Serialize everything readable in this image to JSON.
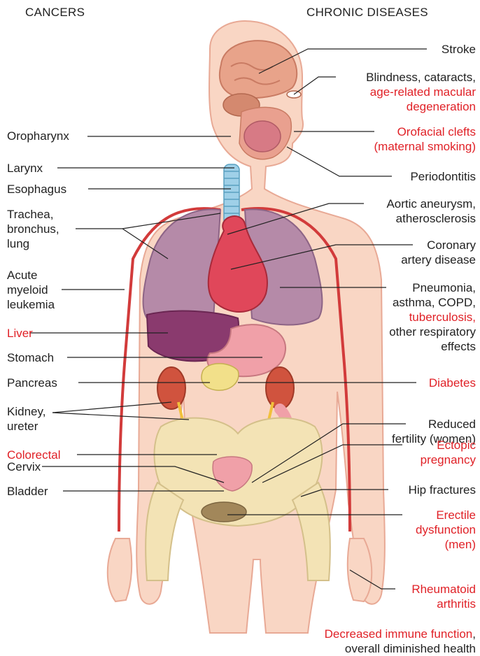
{
  "headers": {
    "left": "CANCERS",
    "right": "CHRONIC DISEASES"
  },
  "cancers": [
    {
      "id": "oropharynx",
      "lines": [
        {
          "text": "Oropharynx",
          "red": false
        }
      ]
    },
    {
      "id": "larynx",
      "lines": [
        {
          "text": "Larynx",
          "red": false
        }
      ]
    },
    {
      "id": "esophagus",
      "lines": [
        {
          "text": "Esophagus",
          "red": false
        }
      ]
    },
    {
      "id": "lung",
      "lines": [
        {
          "text": "Trachea,",
          "red": false
        },
        {
          "text": "bronchus,",
          "red": false
        },
        {
          "text": "lung",
          "red": false
        }
      ]
    },
    {
      "id": "leukemia",
      "lines": [
        {
          "text": "Acute",
          "red": false
        },
        {
          "text": "myeloid",
          "red": false
        },
        {
          "text": "leukemia",
          "red": false
        }
      ]
    },
    {
      "id": "liver",
      "lines": [
        {
          "text": "Liver",
          "red": true
        }
      ]
    },
    {
      "id": "stomach",
      "lines": [
        {
          "text": "Stomach",
          "red": false
        }
      ]
    },
    {
      "id": "pancreas",
      "lines": [
        {
          "text": "Pancreas",
          "red": false
        }
      ]
    },
    {
      "id": "kidney",
      "lines": [
        {
          "text": "Kidney,",
          "red": false
        },
        {
          "text": "ureter",
          "red": false
        }
      ]
    },
    {
      "id": "colorectal",
      "lines": [
        {
          "text": "Colorectal",
          "red": true
        }
      ]
    },
    {
      "id": "cervix",
      "lines": [
        {
          "text": "Cervix",
          "red": false
        }
      ]
    },
    {
      "id": "bladder",
      "lines": [
        {
          "text": "Bladder",
          "red": false
        }
      ]
    }
  ],
  "chronic": [
    {
      "id": "stroke",
      "lines": [
        {
          "text": "Stroke",
          "red": false
        }
      ]
    },
    {
      "id": "blindness",
      "lines": [
        {
          "text": "Blindness, cataracts,",
          "red": false
        },
        {
          "text": "age-related macular",
          "red": true
        },
        {
          "text": "degeneration",
          "red": true
        }
      ]
    },
    {
      "id": "orofacial",
      "lines": [
        {
          "text": "Orofacial clefts",
          "red": true
        },
        {
          "text": "(maternal smoking)",
          "red": true
        }
      ]
    },
    {
      "id": "periodontitis",
      "lines": [
        {
          "text": "Periodontitis",
          "red": false
        }
      ]
    },
    {
      "id": "aortic",
      "lines": [
        {
          "text": "Aortic aneurysm,",
          "red": false
        },
        {
          "text": "atherosclerosis",
          "red": false
        }
      ]
    },
    {
      "id": "coronary",
      "lines": [
        {
          "text": "Coronary",
          "red": false
        },
        {
          "text": "artery disease",
          "red": false
        }
      ]
    },
    {
      "id": "pneumonia",
      "lines": [
        {
          "text": "Pneumonia,",
          "red": false
        },
        {
          "text": "asthma, COPD,",
          "red": false
        },
        {
          "text": "tuberculosis,",
          "red": true
        },
        {
          "text": "other respiratory",
          "red": false
        },
        {
          "text": "effects",
          "red": false
        }
      ]
    },
    {
      "id": "diabetes",
      "lines": [
        {
          "text": "Diabetes",
          "red": true
        }
      ]
    },
    {
      "id": "fertility",
      "lines": [
        {
          "text": "Reduced",
          "red": false
        },
        {
          "text": "fertility (women)",
          "red": false
        }
      ]
    },
    {
      "id": "ectopic",
      "lines": [
        {
          "text": "Ectopic",
          "red": true
        },
        {
          "text": "pregnancy",
          "red": true
        }
      ]
    },
    {
      "id": "hip",
      "lines": [
        {
          "text": "Hip fractures",
          "red": false
        }
      ]
    },
    {
      "id": "erectile",
      "lines": [
        {
          "text": "Erectile",
          "red": true
        },
        {
          "text": "dysfunction",
          "red": true
        },
        {
          "text": "(men)",
          "red": true
        }
      ]
    },
    {
      "id": "rheumatoid",
      "lines": [
        {
          "text": "Rheumatoid",
          "red": true
        },
        {
          "text": "arthritis",
          "red": true
        }
      ]
    }
  ],
  "footer": [
    {
      "parts": [
        {
          "text": "Decreased immune function",
          "red": true
        },
        {
          "text": ",",
          "red": false
        }
      ]
    },
    {
      "parts": [
        {
          "text": "overall diminished health",
          "red": false
        }
      ]
    }
  ],
  "colors": {
    "text": "#222222",
    "accent_red": "#e02127",
    "skin": "#f9d6c4",
    "skin_outline": "#e8a995",
    "lung": "#b58aa8",
    "heart": "#e0475a",
    "liver": "#8a3a6e",
    "bone": "#f3e3b5",
    "brain": "#e8a38a",
    "intestine": "#f0a0a8",
    "kidney": "#d0533e",
    "leader_line": "#222222"
  }
}
